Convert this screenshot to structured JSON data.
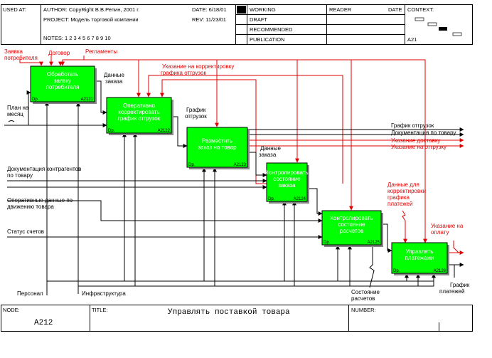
{
  "header": {
    "used_at_label": "USED AT:",
    "author": "AUTHOR: CopyRight В.В.Репин, 2001 г.",
    "project": "PROJECT: Модель торговой компании",
    "notes": "NOTES: 1 2 3 4 5 6 7 8 9 10",
    "date_label": "DATE: 6/18/01",
    "rev_label": "REV: 11/23/01",
    "status_working": "WORKING",
    "status_draft": "DRAFT",
    "status_recommended": "RECOMMENDED",
    "status_publication": "PUBLICATION",
    "reader_label": "READER",
    "reader_date_label": "DATE",
    "context_label": "CONTEXT:",
    "context_node": "A21"
  },
  "footer": {
    "node_label": "NODE:",
    "node_value": "A212",
    "title_label": "TITLE:",
    "title_value": "Управлять поставкой товара",
    "number_label": "NUMBER:"
  },
  "activities": [
    {
      "id": "act1",
      "lines": [
        "Обработать",
        "заявку",
        "потребителя"
      ],
      "dp": "Dp.",
      "code": "A2121"
    },
    {
      "id": "act2",
      "lines": [
        "Оперативно",
        "корректировать",
        "график отгрузок"
      ],
      "dp": "Dp.",
      "code": "A2122"
    },
    {
      "id": "act3",
      "lines": [
        "Разместить",
        "заказ на товар"
      ],
      "dp": "Dp.",
      "code": "A2123"
    },
    {
      "id": "act4",
      "lines": [
        "Контролировать",
        "состояние",
        "заказа"
      ],
      "dp": "Dp.",
      "code": "A2124"
    },
    {
      "id": "act5",
      "lines": [
        "Контролировать",
        "состояние",
        "расчетов"
      ],
      "dp": "Dp.",
      "code": "A2125"
    },
    {
      "id": "act6",
      "lines": [
        "Управлять",
        "платежами"
      ],
      "dp": "Dp.",
      "code": "A2126"
    }
  ],
  "red_labels": {
    "zayavka": [
      "Заявка",
      "потребителя"
    ],
    "dogovor": "Договор",
    "reglamenty": "Регламенты",
    "ukazanie_korr": [
      "Указание на корректировку",
      "графика отгрузок"
    ],
    "ukazanie_dostavku": "Указание доставку",
    "ukazanie_otgruzku": "Указание на отгрузку",
    "dannye_korr": [
      "Данные для",
      "корректировки",
      "графика",
      "платежей"
    ],
    "ukazanie_oplatu": [
      "Указание на",
      "оплату"
    ]
  },
  "black_labels": {
    "plan": [
      "План на",
      "месяц"
    ],
    "dannye_zakaza1": [
      "Данные",
      "заказа"
    ],
    "grafik_otgruzok_in": [
      "График",
      "отгрузок"
    ],
    "dannye_zakaza2": [
      "Данные",
      "заказа"
    ],
    "grafik_otgruzok_out": "График отгрузок",
    "dokumentaciya_out": "Документация по товару",
    "dokumentaciya_in": [
      "Документация контрагентов",
      "по товару"
    ],
    "operativnye": [
      "Оперативные данные по",
      "движению товара"
    ],
    "status_schetov": "Статус счетов",
    "personal": "Персонал",
    "infrastruktura": "Инфраструктура",
    "sostoyanie_raschetov": [
      "Состояние",
      "расчетов"
    ],
    "grafik_platezhei": [
      "График",
      "платежей"
    ]
  }
}
